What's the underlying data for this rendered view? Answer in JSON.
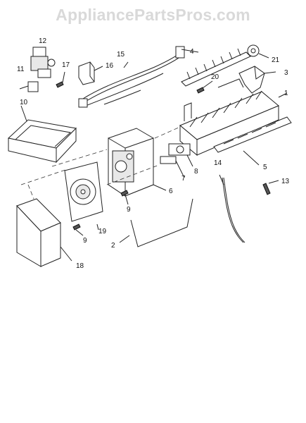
{
  "watermark": "AppliancePartsPros.com",
  "callouts": {
    "c1": "1",
    "c2": "2",
    "c3": "3",
    "c4": "4",
    "c5": "5",
    "c6": "6",
    "c7": "7",
    "c8": "8",
    "c9a": "9",
    "c9b": "9",
    "c10": "10",
    "c11": "11",
    "c12": "12",
    "c13": "13",
    "c14": "14",
    "c15": "15",
    "c16": "16",
    "c17": "17",
    "c18": "18",
    "c19": "19",
    "c20": "20",
    "c21": "21"
  }
}
